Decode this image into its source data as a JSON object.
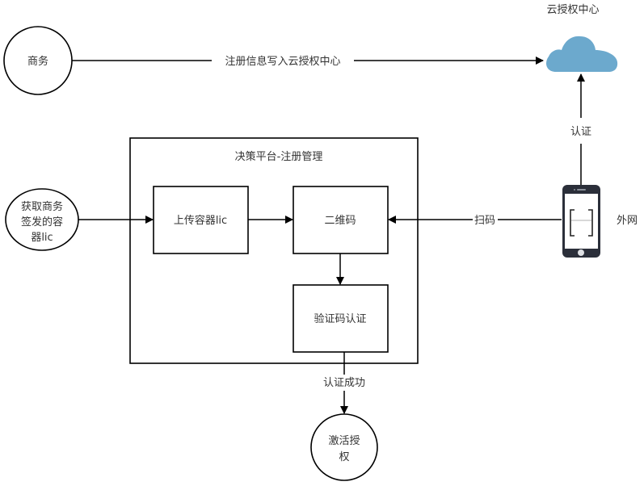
{
  "nodes": {
    "business": {
      "label": "商务"
    },
    "cloud": {
      "label": "云授权中心",
      "color": "#6CA9CD"
    },
    "obtain_lic": {
      "lines": [
        "获取商务",
        "签发的容",
        "器lic"
      ]
    },
    "platform": {
      "label": "决策平台-注册管理"
    },
    "upload": {
      "label": "上传容器lic"
    },
    "qrcode": {
      "label": "二维码"
    },
    "verify": {
      "label": "验证码认证"
    },
    "activate": {
      "lines": [
        "激活授",
        "权"
      ]
    },
    "phone": {
      "label": "外网",
      "color": "#2B2F3A"
    }
  },
  "edges": {
    "register_write": {
      "label": "注册信息写入云授权中心"
    },
    "auth": {
      "label": "认证"
    },
    "scan": {
      "label": "扫码"
    },
    "auth_success": {
      "label": "认证成功"
    }
  }
}
